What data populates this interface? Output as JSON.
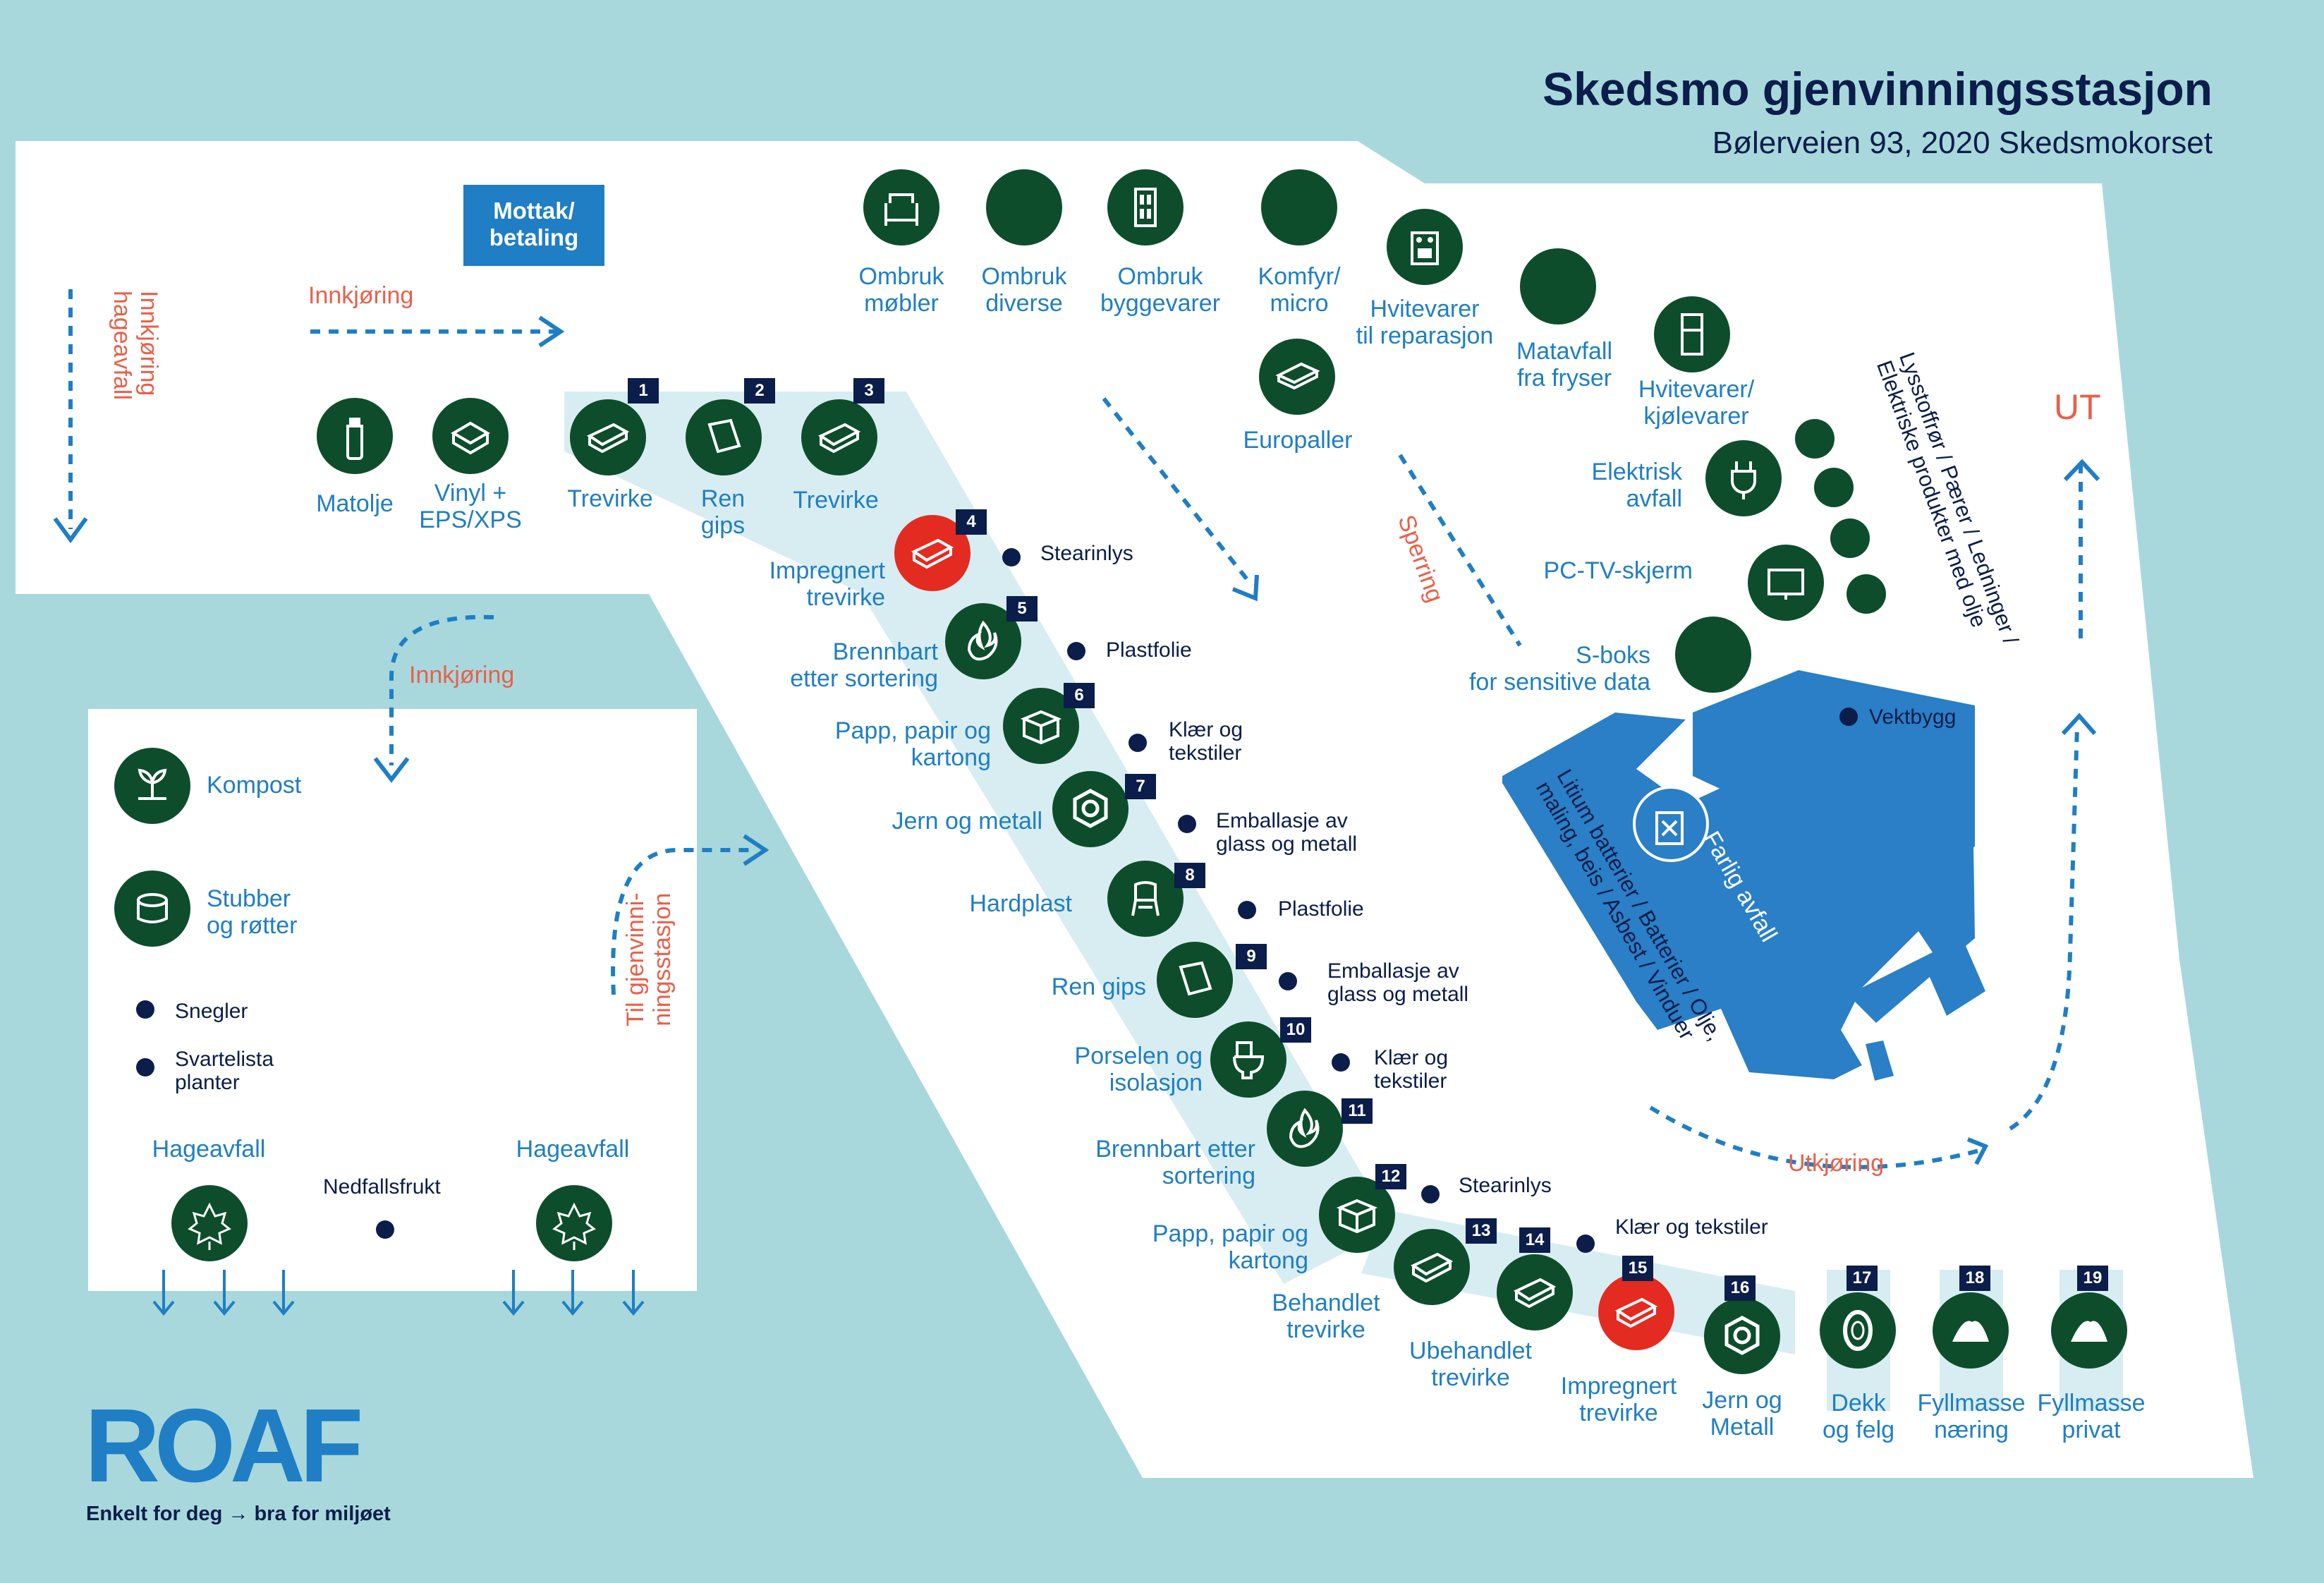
{
  "title": "Skedsmo gjenvinningsstasjon",
  "address": "Bølerveien 93, 2020 Skedsmokorset",
  "brand": {
    "logo_text": "ROAF",
    "tagline": "Enkelt for deg → bra for miljøet"
  },
  "reception": "Mottak/\nbetaling",
  "directions": {
    "entry": "Innkjøring",
    "entry_garden_waste": "Innkjøring\nhageavfall",
    "entry_garden": "Innkjøring",
    "to_station": "Til gjenvinni-\nningsstasjon",
    "exit_drive": "Utkjøring",
    "out": "UT",
    "barrier": "Sperring"
  },
  "top_stations": {
    "matolje": "Matolje",
    "vinyl": "Vinyl +\nEPS/XPS",
    "ombruk_mobler": "Ombruk\nmøbler",
    "ombruk_diverse": "Ombruk\ndiverse",
    "ombruk_bygg": "Ombruk\nbyggevarer",
    "komfyr": "Komfyr/\nmicro",
    "hvitevarer_rep": "Hvitevarer\ntil reparasjon",
    "matavfall": "Matavfall\nfra fryser",
    "europaller": "Europaller",
    "hvitevarer_kjol": "Hvitevarer/\nkjølevarer",
    "elektrisk": "Elektrisk\navfall",
    "pc_tv": "PC-TV-skjerm",
    "s_boks": "S-boks\nfor sensitive data",
    "lysstoff": "Lysstoffrør / Pærer / Ledninger /\nElektriske produkter med olje",
    "vektbygg": "Vektbygg",
    "farlig": "Farlig avfall",
    "litium": "Litium batterier / Batterier / Olje,\nmaling, beis / Asbest / Vinduer"
  },
  "stations": [
    {
      "n": "1",
      "label": "Trevirke",
      "icon": "wood-icon"
    },
    {
      "n": "2",
      "label": "Ren\ngips",
      "icon": "gypsum-icon"
    },
    {
      "n": "3",
      "label": "Trevirke",
      "icon": "wood-icon"
    },
    {
      "n": "4",
      "label": "Impregnert\ntrevirke",
      "icon": "wood-icon",
      "highlight": "#e32b22"
    },
    {
      "n": "5",
      "label": "Brennbart\netter sortering",
      "icon": "flame-icon"
    },
    {
      "n": "6",
      "label": "Papp, papir og\nkartong",
      "icon": "box-icon"
    },
    {
      "n": "7",
      "label": "Jern og metall",
      "icon": "nut-icon"
    },
    {
      "n": "8",
      "label": "Hardplast",
      "icon": "chair-icon"
    },
    {
      "n": "9",
      "label": "Ren gips",
      "icon": "gypsum-icon"
    },
    {
      "n": "10",
      "label": "Porselen og\nisolasjon",
      "icon": "toilet-icon"
    },
    {
      "n": "11",
      "label": "Brennbart etter\nsortering",
      "icon": "flame-icon"
    },
    {
      "n": "12",
      "label": "Papp, papir og\nkartong",
      "icon": "box-icon"
    },
    {
      "n": "13",
      "label": "Behandlet\ntrevirke",
      "icon": "wood-icon"
    },
    {
      "n": "14",
      "label": "Ubehandlet\ntrevirke",
      "icon": "wood-icon"
    },
    {
      "n": "15",
      "label": "Impregnert\ntrevirke",
      "icon": "wood-icon",
      "highlight": "#e32b22"
    },
    {
      "n": "16",
      "label": "Jern og\nMetall",
      "icon": "nut-icon"
    },
    {
      "n": "17",
      "label": "Dekk\nog felg",
      "icon": "tire-icon"
    },
    {
      "n": "18",
      "label": "Fyllmasse\nnæring",
      "icon": "soil-icon"
    },
    {
      "n": "19",
      "label": "Fyllmasse\nprivat",
      "icon": "soil-icon"
    }
  ],
  "small_points": {
    "stearinlys1": "Stearinlys",
    "plastfolie1": "Plastfolie",
    "klaer1": "Klær og\ntekstiler",
    "emballasje1": "Emballasje av\nglass og metall",
    "plastfolie2": "Plastfolie",
    "emballasje2": "Emballasje av\nglass og metall",
    "klaer2": "Klær og\ntekstiler",
    "stearinlys2": "Stearinlys",
    "klaer3": "Klær og tekstiler"
  },
  "garden": {
    "kompost": "Kompost",
    "stubber": "Stubber\nog røtter",
    "snegler": "Snegler",
    "svarteliste": "Svartelista\nplanter",
    "hageavfall1": "Hageavfall",
    "nedfallsfrukt": "Nedfallsfrukt",
    "hageavfall2": "Hageavfall"
  },
  "colors": {
    "water": "#a8d8dc",
    "green": "#0d4d2b",
    "red": "#e32b22",
    "blue": "#1f7ec4",
    "navy": "#0b1d4a",
    "orange": "#e8604a",
    "lane": "#d8edf1"
  }
}
